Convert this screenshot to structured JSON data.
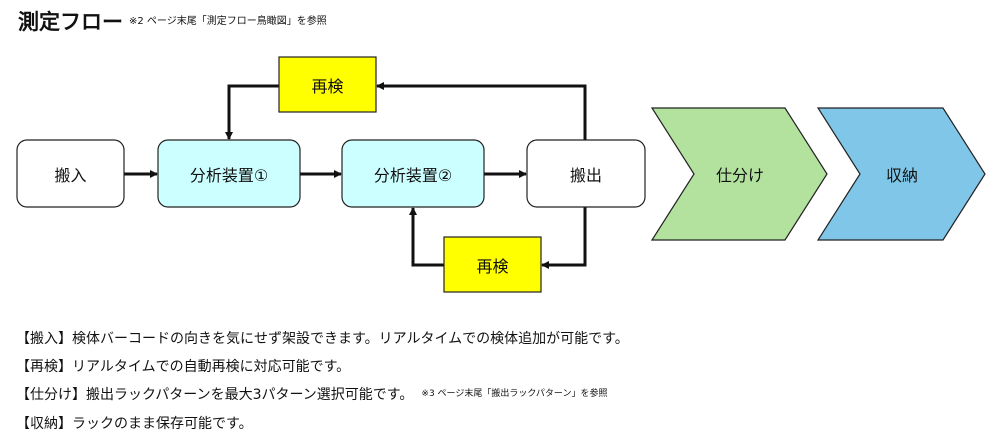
{
  "header": {
    "title": "測定フロー",
    "note": "※2 ページ末尾「測定フロー鳥瞰図」を参照"
  },
  "flow": {
    "nodes": [
      {
        "id": "carry-in",
        "label": "搬入",
        "color": "#ffffff"
      },
      {
        "id": "analyzer-1",
        "label": "分析装置①",
        "color": "#ccffff"
      },
      {
        "id": "analyzer-2",
        "label": "分析装置②",
        "color": "#ccffff"
      },
      {
        "id": "carry-out",
        "label": "搬出",
        "color": "#ffffff"
      },
      {
        "id": "retest-top",
        "label": "再検",
        "color": "#ffff00"
      },
      {
        "id": "retest-bottom",
        "label": "再検",
        "color": "#ffff00"
      },
      {
        "id": "sorting",
        "label": "仕分け",
        "color": "#b3e29f"
      },
      {
        "id": "storage",
        "label": "収納",
        "color": "#7fc6e8"
      }
    ]
  },
  "descriptions": [
    {
      "text": "【搬入】検体バーコードの向きを気にせず架設できます。リアルタイムでの検体追加が可能です。"
    },
    {
      "text": "【再検】リアルタイムでの自動再検に対応可能です。"
    },
    {
      "text": "【仕分け】搬出ラックパターンを最大3パターン選択可能です。",
      "note": "※3 ページ末尾「搬出ラックパターン」を参照"
    },
    {
      "text": "【収納】ラックのまま保存可能です。"
    }
  ]
}
